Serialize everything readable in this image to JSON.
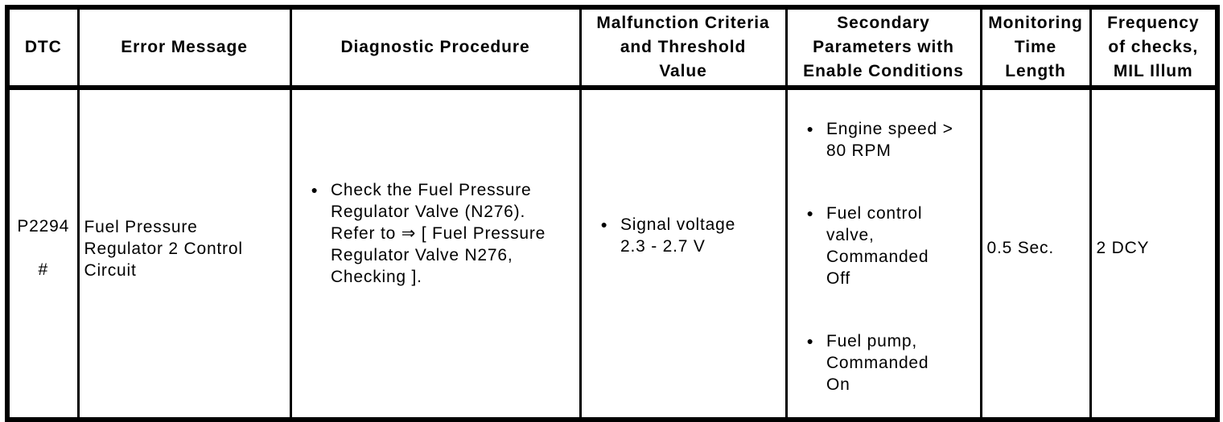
{
  "icons": {
    "bullet": "●"
  },
  "table": {
    "headers": [
      "DTC",
      "Error Message",
      "Diagnostic Procedure",
      "Malfunction Criteria\nand Threshold\nValue",
      "Secondary\nParameters with\nEnable Conditions",
      "Monitoring\nTime\nLength",
      "Frequency\nof checks,\nMIL Illum"
    ],
    "row": {
      "dtc_code": "P2294",
      "dtc_note": "#",
      "error_message": "Fuel Pressure\nRegulator 2 Control\nCircuit",
      "diagnostic_procedure": [
        "Check the Fuel Pressure\nRegulator Valve (N276).\nRefer to ⇒ [ Fuel Pressure\nRegulator Valve N276,\nChecking ]."
      ],
      "malfunction_criteria": [
        "Signal voltage\n2.3 - 2.7 V"
      ],
      "secondary_parameters": [
        "Engine speed >\n80 RPM",
        "Fuel control\nvalve,\nCommanded\nOff",
        "Fuel pump,\nCommanded\nOn"
      ],
      "monitoring_time_length": "0.5 Sec.",
      "frequency_of_checks": "2 DCY"
    }
  }
}
